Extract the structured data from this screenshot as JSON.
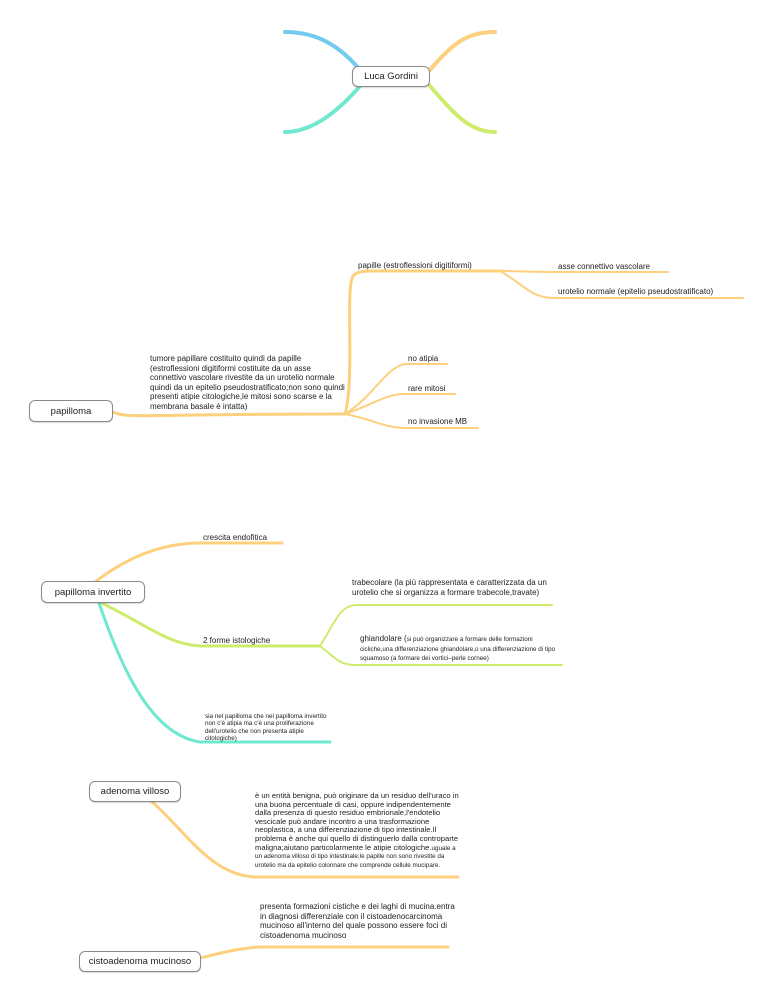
{
  "central": {
    "title": "Luca Gordini"
  },
  "papilloma": {
    "title": "papilloma",
    "description": "tumore papillare costituito quindi da papille (estroflessioni digitiformi costituite da un asse connettivo vascolare rivestite da un urotelio normale quindi da un epitelio pseudostratificato;non sono quindi presenti atipie citologiche,le mitosi sono scarse e la membrana basale è intatta)",
    "papille": "papille (estroflessioni digitiformi)",
    "asse": "asse connettivo vascolare",
    "urotelio": "urotelio normale (epitelio pseudostratificato)",
    "atipia": "no atipia",
    "mitosi": "rare mitosi",
    "invasione": "no invasione MB"
  },
  "invertito": {
    "title": "papilloma invertito",
    "crescita": "crescita endofitica",
    "forme": "2 forme istologiche",
    "trabecolare": "trabecolare (la più rappresentata e caratterizzata da un urotelio che si organizza a formare trabecole,travate)",
    "ghiandolare_main": "ghiandolare (",
    "ghiandolare_detail": "si può organizzare a formare delle formazioni cicliche,una differenziazione ghiandolare,o una differenziazione di tipo squamoso (a formare dei vortici–perle cornee)",
    "nota": "sia nel papilloma che nel papilloma invertito non c'è atipia ma c'è una proliferazione dell'urotelio che non presenta atipie citologiche)"
  },
  "adenoma": {
    "title": "adenoma villoso",
    "text_main": "è un entità benigna, può originare da un residuo dell'uraco in una buona percentuale di casi, oppure indipendentemente dalla presenza di questo residuo embrionale,l'endotelio vescicale può andare incontro a una trasformazione neoplastica, a una differenziazione di tipo intestinale.Il problema è anche qui quello di distinguerlo dalla controparte maligna;aiutano particolarmente le atipie citologiche.",
    "text_small": "uguale a un adenoma villoso di tipo intestinale;le papille non sono rivestite da urotelio ma da epitelio colonnare che comprende cellule mucipare."
  },
  "cisto": {
    "title": "cistoadenoma mucinoso",
    "text": "presenta formazioni cistiche e dei laghi di mucina.entra in diagnosi differenziale con il cistoadenocarcinoma mucinoso all'interno del quale possono essere foci di cistoadenoma mucinoso"
  },
  "colors": {
    "orange": "#fcd07c",
    "lime": "#cdec6d",
    "blue": "#74cbef",
    "teal": "#6ee8cf",
    "border": "#8a8a8a"
  }
}
